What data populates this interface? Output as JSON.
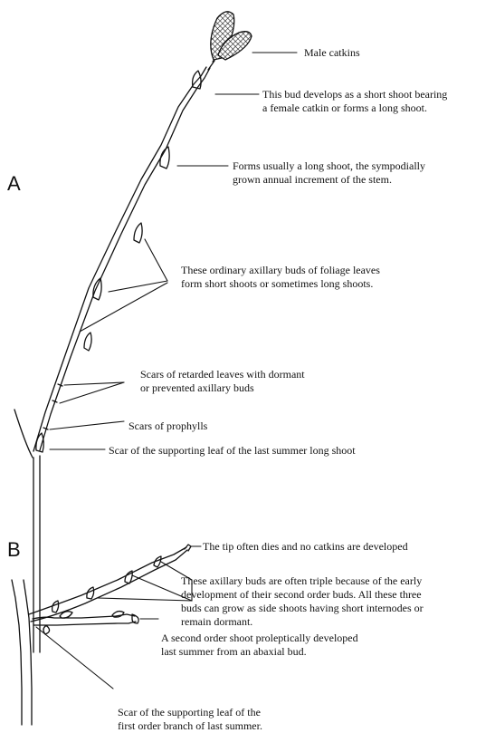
{
  "panels": {
    "a": "A",
    "b": "B"
  },
  "panel_a": {
    "labels": {
      "male_catkins": "Male catkins",
      "terminal_bud": "This bud develops as a short shoot bearing\na female catkin or forms a long shoot.",
      "long_shoot_bud": "Forms usually a long shoot, the sympodially\ngrown annual increment of the stem.",
      "axillary_buds": "These ordinary axillary buds of foliage leaves\nform short shoots or sometimes long shoots.",
      "retarded_scars": "Scars of retarded leaves with dormant\nor prevented axillary buds",
      "prophylls": "Scars of prophylls",
      "supporting_scar": "Scar of the supporting leaf of the last summer long shoot"
    }
  },
  "panel_b": {
    "labels": {
      "tip_dies": "The tip often dies and no catkins are developed",
      "triple_buds": "These axillary buds are often triple because of the early\ndevelopment of their second order buds. All these three\nbuds can grow as side shoots having short internodes or\nremain dormant.",
      "second_order": "A second order shoot proleptically developed\nlast summer from an abaxial bud.",
      "first_order_scar": "Scar of the supporting leaf of the\nfirst order branch of last summer."
    }
  }
}
